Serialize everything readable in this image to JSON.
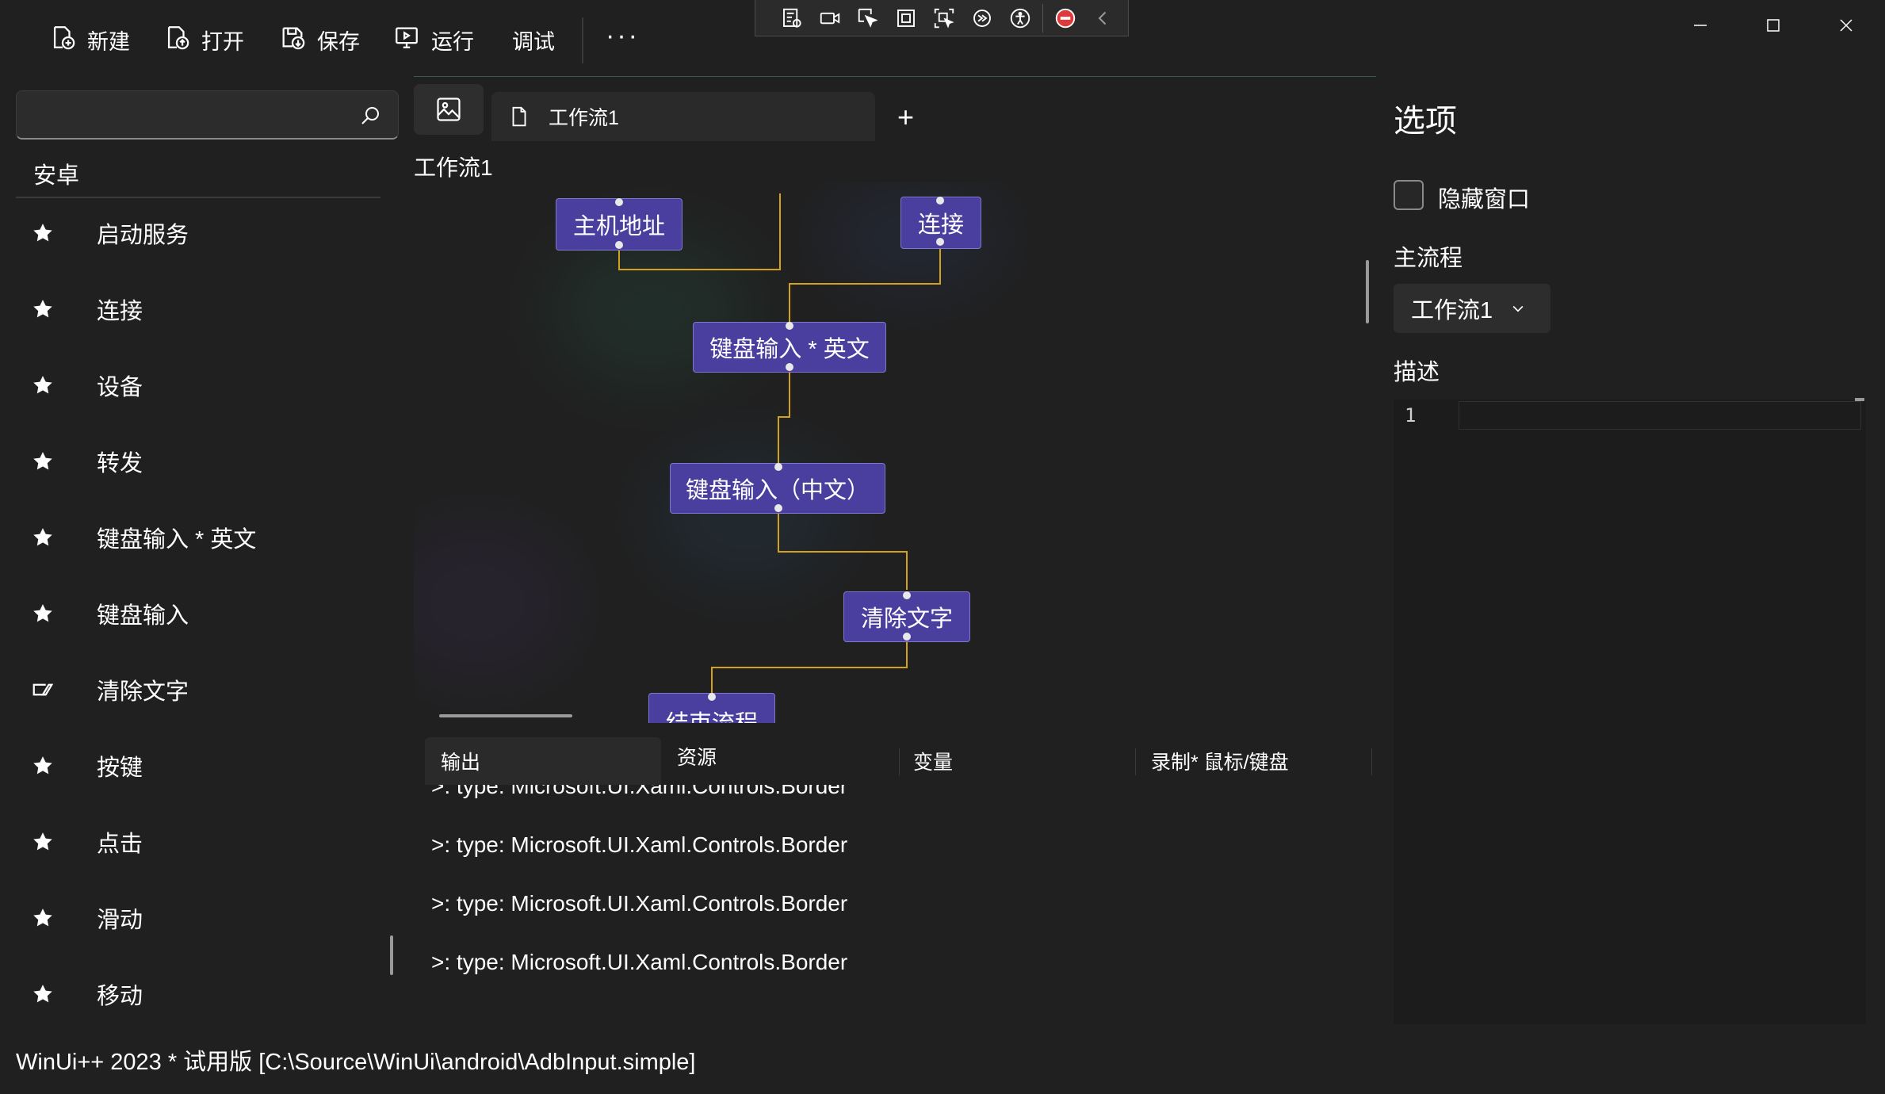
{
  "toolbar": {
    "new_label": "新建",
    "open_label": "打开",
    "save_label": "保存",
    "run_label": "运行",
    "debug_label": "调试",
    "more_label": "···"
  },
  "search": {
    "value": "",
    "placeholder": ""
  },
  "library": {
    "category": "安卓",
    "items": [
      {
        "label": "启动服务",
        "icon": "star-icon"
      },
      {
        "label": "连接",
        "icon": "star-icon"
      },
      {
        "label": "设备",
        "icon": "star-icon"
      },
      {
        "label": "转发",
        "icon": "star-icon"
      },
      {
        "label": "键盘输入 * 英文",
        "icon": "star-icon"
      },
      {
        "label": "键盘输入",
        "icon": "star-icon"
      },
      {
        "label": "清除文字",
        "icon": "eraser-icon"
      },
      {
        "label": "按键",
        "icon": "star-icon"
      },
      {
        "label": "点击",
        "icon": "star-icon"
      },
      {
        "label": "滑动",
        "icon": "star-icon"
      },
      {
        "label": "移动",
        "icon": "star-icon"
      }
    ]
  },
  "tabs": {
    "document_tab": "工作流1",
    "add_label": "+"
  },
  "workflow": {
    "title": "工作流1",
    "nodes": {
      "host": "主机地址",
      "connect": "连接",
      "key_en": "键盘输入 * 英文",
      "key_cn": "键盘输入（中文）",
      "clear": "清除文字",
      "end": "结束流程"
    }
  },
  "bottom_tabs": {
    "output": "输出",
    "resources": "资源",
    "variables": "变量",
    "record": "录制* 鼠标/键盘"
  },
  "output_lines": [
    ">: type: Microsoft.UI.Xaml.Controls.Border",
    ">: type: Microsoft.UI.Xaml.Controls.Border",
    ">: type: Microsoft.UI.Xaml.Controls.Border",
    ">: type: Microsoft.UI.Xaml.Controls.Border"
  ],
  "options": {
    "title": "选项",
    "hide_window_label": "隐藏窗口",
    "hide_window_checked": false,
    "main_flow_label": "主流程",
    "main_flow_value": "工作流1",
    "description_label": "描述",
    "editor_line_number": "1"
  },
  "status_bar": "WinUi++ 2023 * 试用版 [C:\\Source\\WinUi\\android\\AdbInput.simple]",
  "colors": {
    "background": "#202020",
    "node_fill": "#4a3f9e",
    "connector": "#d4a21a",
    "stop_red": "#e0393c"
  }
}
